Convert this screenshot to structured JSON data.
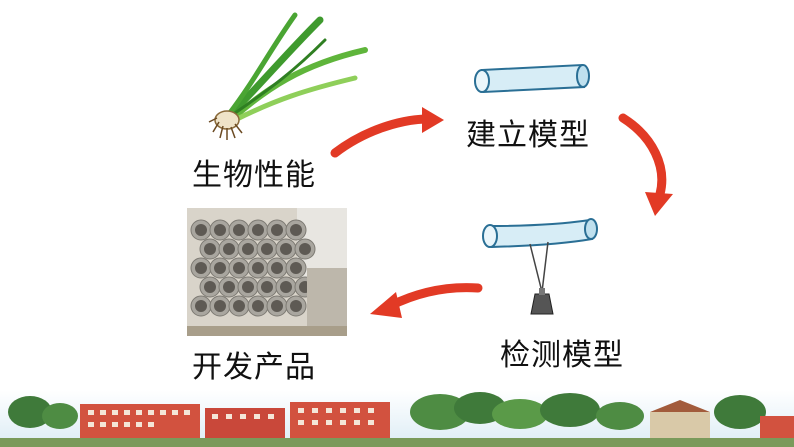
{
  "diagram": {
    "labels": {
      "bio": "生物性能",
      "build": "建立模型",
      "test": "检测模型",
      "develop": "开发产品"
    }
  },
  "colors": {
    "arrow": "#e23a25",
    "arrow_dark": "#b8220f",
    "tube_fill": "#d7edf6",
    "tube_stroke": "#2a6f95",
    "grass": "#3f9a2e",
    "grass_light": "#8fcf5a",
    "building": "#d2523f",
    "sky": "#eef6fb"
  },
  "icons": [
    "scallion-icon",
    "tube-model-icon",
    "tube-weight-icon",
    "pipes-photo",
    "campus-banner"
  ]
}
